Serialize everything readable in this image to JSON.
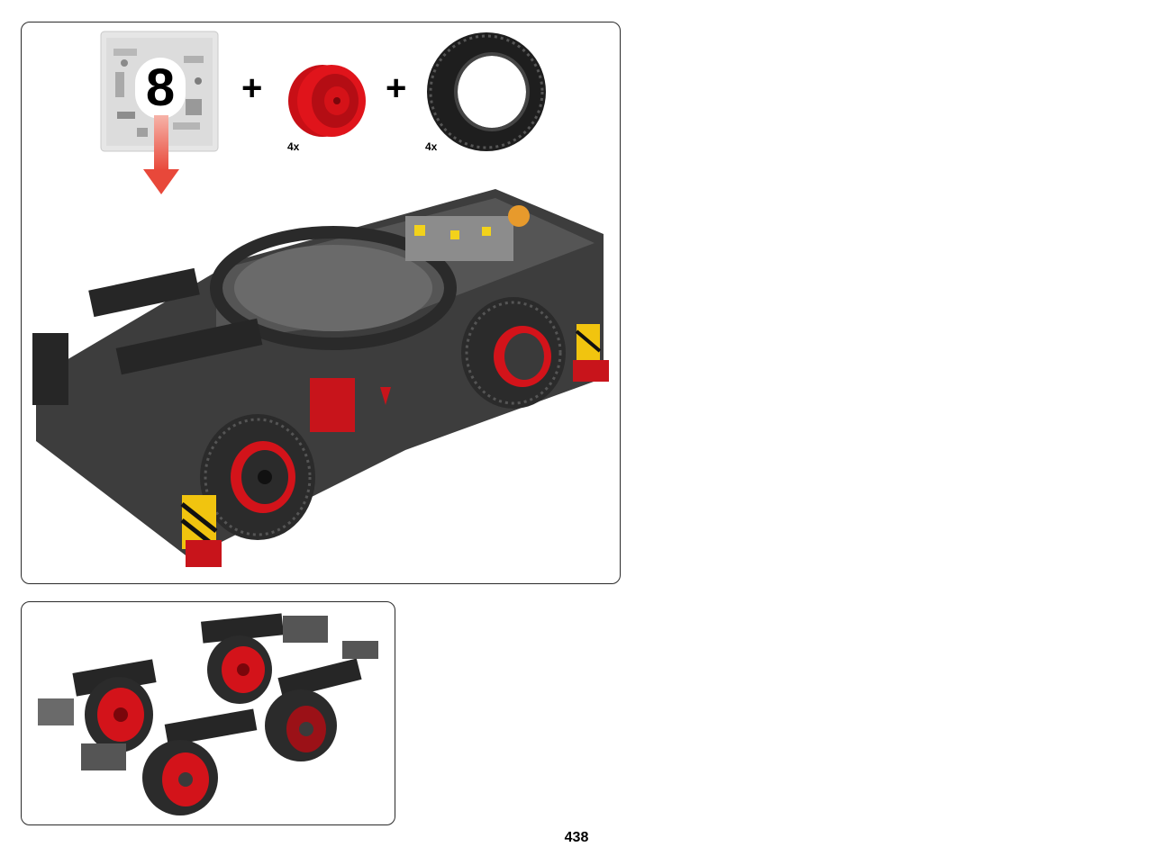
{
  "step_panel": {
    "bag_number": "8",
    "plus_sign": "+",
    "parts": [
      {
        "name": "rim",
        "quantity": "4x",
        "color": "#e0141b"
      },
      {
        "name": "tire",
        "quantity": "4x",
        "color": "#222222"
      }
    ],
    "arrow_color": "#e8483a"
  },
  "page_number": "438"
}
